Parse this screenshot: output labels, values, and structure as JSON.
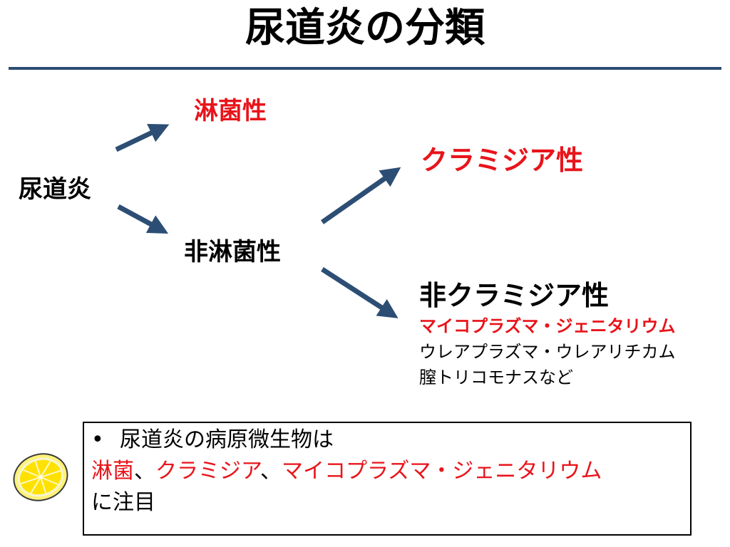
{
  "title": "尿道炎の分類",
  "colors": {
    "rule": "#2d4e74",
    "arrow": "#2d4e74",
    "emphasis": "#e8141b"
  },
  "diagram": {
    "root": "尿道炎",
    "gonococcal": "淋菌性",
    "non_gonococcal": "非淋菌性",
    "chlamydial": "クラミジア性",
    "non_chlamydial": "非クラミジア性",
    "non_chlamydial_examples": [
      "マイコプラズマ・ジェニタリウム",
      "ウレアプラズマ・ウレアリチカム",
      "膣トリコモナスなど"
    ]
  },
  "note": {
    "bullet": "•",
    "line1": "尿道炎の病原微生物は",
    "line2_part1": "淋菌",
    "line2_sep1": "、",
    "line2_part2": "クラミジア",
    "line2_sep2": "、",
    "line2_part3": "マイコプラズマ・ジェニタリウム",
    "line3": "に注目"
  },
  "icons": {
    "lemon": "lemon-slice-icon",
    "arrow": "arrow-icon"
  }
}
